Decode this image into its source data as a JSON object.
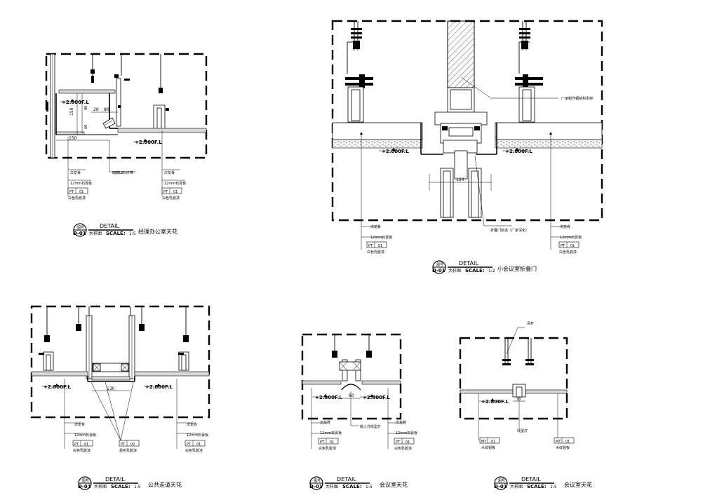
{
  "level_mark": "+2.800F.L",
  "labels": {
    "secondary_keel": "次龙骨",
    "gypsum_board": "12mm石膏板",
    "white_latex_paint": "白色乳胶漆",
    "hidden_led": "暗藏LED灯带",
    "base_latex_paint": "墨色乳胶漆",
    "embedded_light": "嵌入式线型灯",
    "steel_frame_factory": "厂家制作钢结构吊架",
    "folding_track": "折叠门轨道（厂家深化）",
    "hanger_rod": "吊杆",
    "wood_board": "木纹铝板",
    "linear_light": "线型灯"
  },
  "tags": {
    "pt01_code": "PT",
    "pt01_num": "01",
    "pt02_code": "PT",
    "pt02_num": "02",
    "mt01_code": "MT",
    "mt01_num": "01"
  },
  "dims": {
    "d150_a": "150",
    "d150_b": "150",
    "d90": "90",
    "d20": "20",
    "d80": "80",
    "d60": "60",
    "d150_c": "150",
    "d130": "130",
    "d60_b": "60",
    "d30": "30"
  },
  "titles": {
    "detail": "DETAIL",
    "big_sample": "大样图",
    "scale": "SCALE:",
    "ref_top": "图号",
    "ref_bottom": "D-01",
    "d1_scale": "1:5",
    "d1_name": "经理办公室天花",
    "d2_scale": "1:2",
    "d2_name": "小会议室折叠门",
    "d3_scale": "1:5",
    "d3_name": "公共走道天花",
    "d4_scale": "1:5",
    "d4_name": "会议室天花",
    "d5_scale": "1:5",
    "d5_name": "会议室天花"
  }
}
